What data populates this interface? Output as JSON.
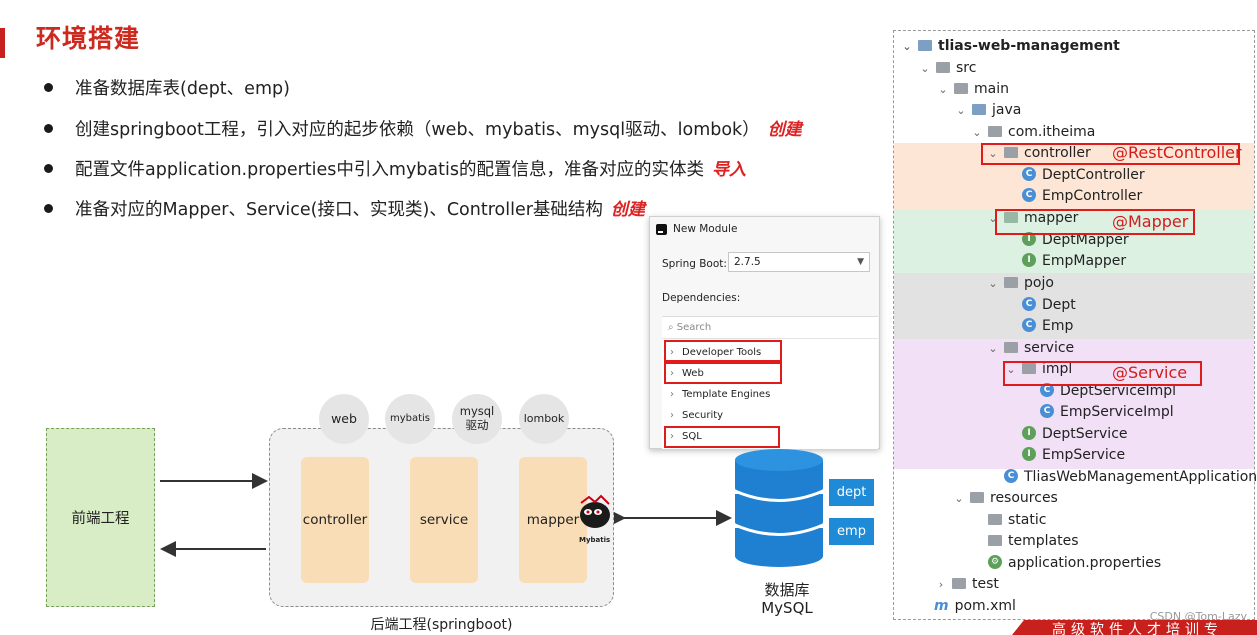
{
  "slide": {
    "title": "环境搭建",
    "bullets": [
      {
        "text": "准备数据库表(dept、emp)",
        "note": ""
      },
      {
        "text": "创建springboot工程，引入对应的起步依赖（web、mybatis、mysql驱动、lombok）",
        "note": "创建"
      },
      {
        "text": "配置文件application.properties中引入mybatis的配置信息，准备对应的实体类",
        "note": "导入"
      },
      {
        "text": "准备对应的Mapper、Service(接口、实现类)、Controller基础结构",
        "note": "创建"
      }
    ]
  },
  "dialog": {
    "title": "New Module",
    "spring_boot_label": "Spring Boot:",
    "spring_boot_value": "2.7.5",
    "dependencies_label": "Dependencies:",
    "search_placeholder": "Search",
    "items": [
      "Developer Tools",
      "Web",
      "Template Engines",
      "Security",
      "SQL"
    ]
  },
  "diagram": {
    "frontend": "前端工程",
    "backend": "后端工程(springboot)",
    "layers": [
      "controller",
      "service",
      "mapper"
    ],
    "deps": [
      "web",
      "mybatis",
      "mysql\n驱动",
      "lombok"
    ],
    "mybatis_logo": "Mybatis",
    "db_line1": "数据库",
    "db_line2": "MySQL",
    "tables": [
      "dept",
      "emp"
    ]
  },
  "tree": {
    "root": "tlias-web-management",
    "src": "src",
    "main": "main",
    "java": "java",
    "pkg": "com.itheima",
    "controller": "controller",
    "dept_controller": "DeptController",
    "emp_controller": "EmpController",
    "mapper": "mapper",
    "dept_mapper": "DeptMapper",
    "emp_mapper": "EmpMapper",
    "pojo": "pojo",
    "dept": "Dept",
    "emp": "Emp",
    "service": "service",
    "impl": "impl",
    "dept_service_impl": "DeptServiceImpl",
    "emp_service_impl": "EmpServiceImpl",
    "dept_service": "DeptService",
    "emp_service": "EmpService",
    "app": "TliasWebManagementApplication",
    "resources": "resources",
    "static": "static",
    "templates": "templates",
    "app_props": "application.properties",
    "test": "test",
    "pom": "pom.xml"
  },
  "annotations": {
    "controller": "@RestController",
    "mapper": "@Mapper",
    "service": "@Service"
  },
  "watermark": "CSDN @Tom-Lazy",
  "banner": "高级软件人才培训专"
}
